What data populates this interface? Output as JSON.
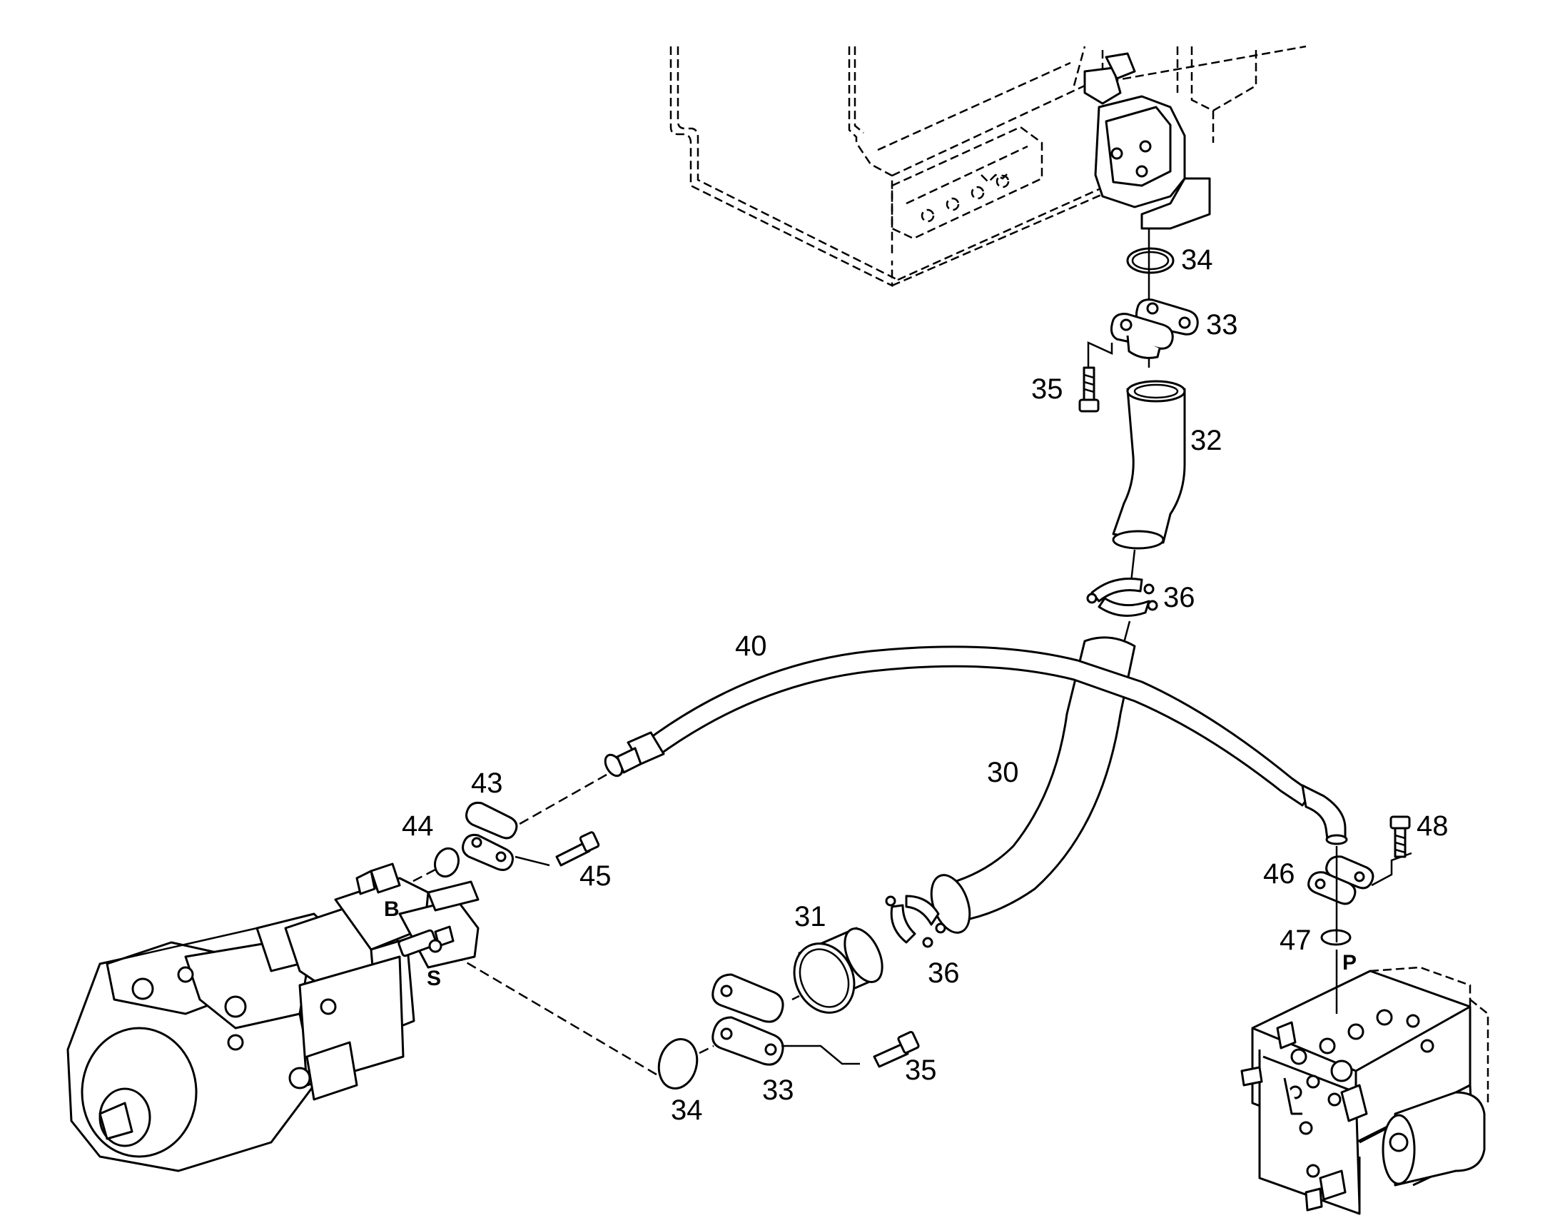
{
  "parts": [
    {
      "id": "p30",
      "label": "30"
    },
    {
      "id": "p31",
      "label": "31"
    },
    {
      "id": "p32",
      "label": "32"
    },
    {
      "id": "p33a",
      "label": "33"
    },
    {
      "id": "p33b",
      "label": "33"
    },
    {
      "id": "p34a",
      "label": "34"
    },
    {
      "id": "p34b",
      "label": "34"
    },
    {
      "id": "p35a",
      "label": "35"
    },
    {
      "id": "p35b",
      "label": "35"
    },
    {
      "id": "p36a",
      "label": "36"
    },
    {
      "id": "p36b",
      "label": "36"
    },
    {
      "id": "p40",
      "label": "40"
    },
    {
      "id": "p43",
      "label": "43"
    },
    {
      "id": "p44",
      "label": "44"
    },
    {
      "id": "p45",
      "label": "45"
    },
    {
      "id": "p46",
      "label": "46"
    },
    {
      "id": "p47",
      "label": "47"
    },
    {
      "id": "p48",
      "label": "48"
    }
  ],
  "ports": {
    "b": "B",
    "s": "S",
    "p": "P"
  }
}
